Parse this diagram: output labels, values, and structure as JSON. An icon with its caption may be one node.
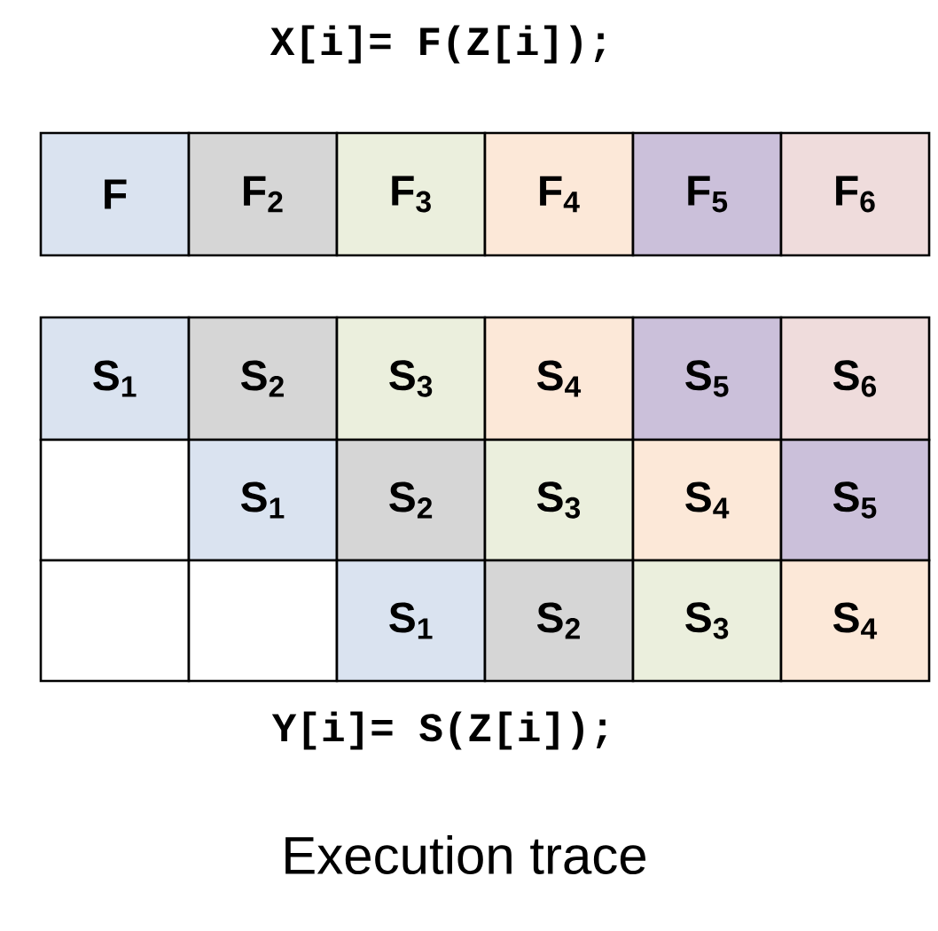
{
  "diagram": {
    "caption": "Execution trace",
    "labels": [
      "X[i]= F(Z[i]);",
      "F",
      "F$_{2}$",
      "F$_{3}$",
      "F$_{4}$",
      "F$_{5}$",
      "F$_{6}$",
      "S$_{1}$",
      "S$_{2}$",
      "S$_{3}$",
      "S$_{4}$",
      "S$_{5}$",
      "S$_{6}$",
      "S$_{1}$",
      "S$_{2}$",
      "S$_{3}$",
      "S$_{4}$",
      "S$_{5}$",
      "S$_{1}$",
      "S$_{2}$",
      "S$_{3}$",
      "S$_{4}$",
      "Y[i]= S(Z[i]);"
    ]
  }
}
